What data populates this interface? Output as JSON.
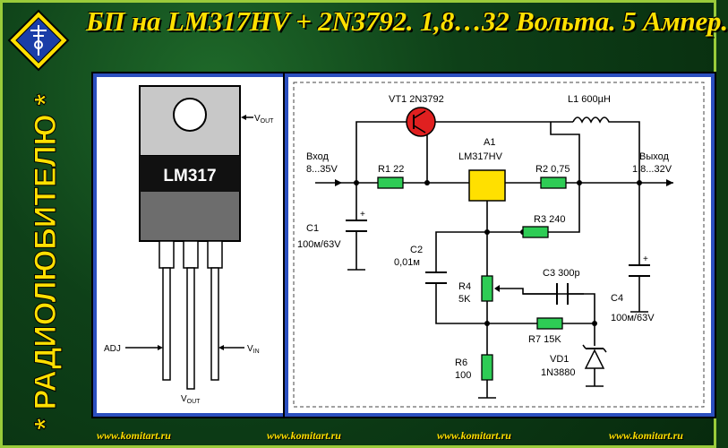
{
  "title": "БП на LM317HV + 2N3792. 1,8…32 Вольта. 5 Ампер.",
  "vertical_banner": "* РАДИОЛЮБИТЕЛЮ *",
  "footer_url": "www.komitart.ru",
  "package": {
    "chip": "LM317",
    "vout_tab": "V",
    "vout_tab_sub": "OUT",
    "adj": "ADJ",
    "vout_pin": "V",
    "vout_pin_sub": "OUT",
    "vin": "V",
    "vin_sub": "IN"
  },
  "schematic": {
    "vt1": "VT1 2N3792",
    "l1": "L1 600µH",
    "input_label": "Вход",
    "input_range": "8...35V",
    "output_label": "Выход",
    "output_range": "1,8...32V",
    "r1": "R1 22",
    "a1": "A1",
    "a1_part": "LM317HV",
    "r2": "R2 0,75",
    "r3": "R3 240",
    "c1": "C1",
    "c1_val": "100м/63V",
    "c2": "C2",
    "c2_val": "0,01м",
    "r4": "R4",
    "r4_val": "5K",
    "c3": "C3 300p",
    "c4": "C4",
    "c4_val": "100м/63V",
    "r7": "R7 15K",
    "r6": "R6",
    "r6_val": "100",
    "vd1": "VD1",
    "vd1_part": "1N3880"
  }
}
